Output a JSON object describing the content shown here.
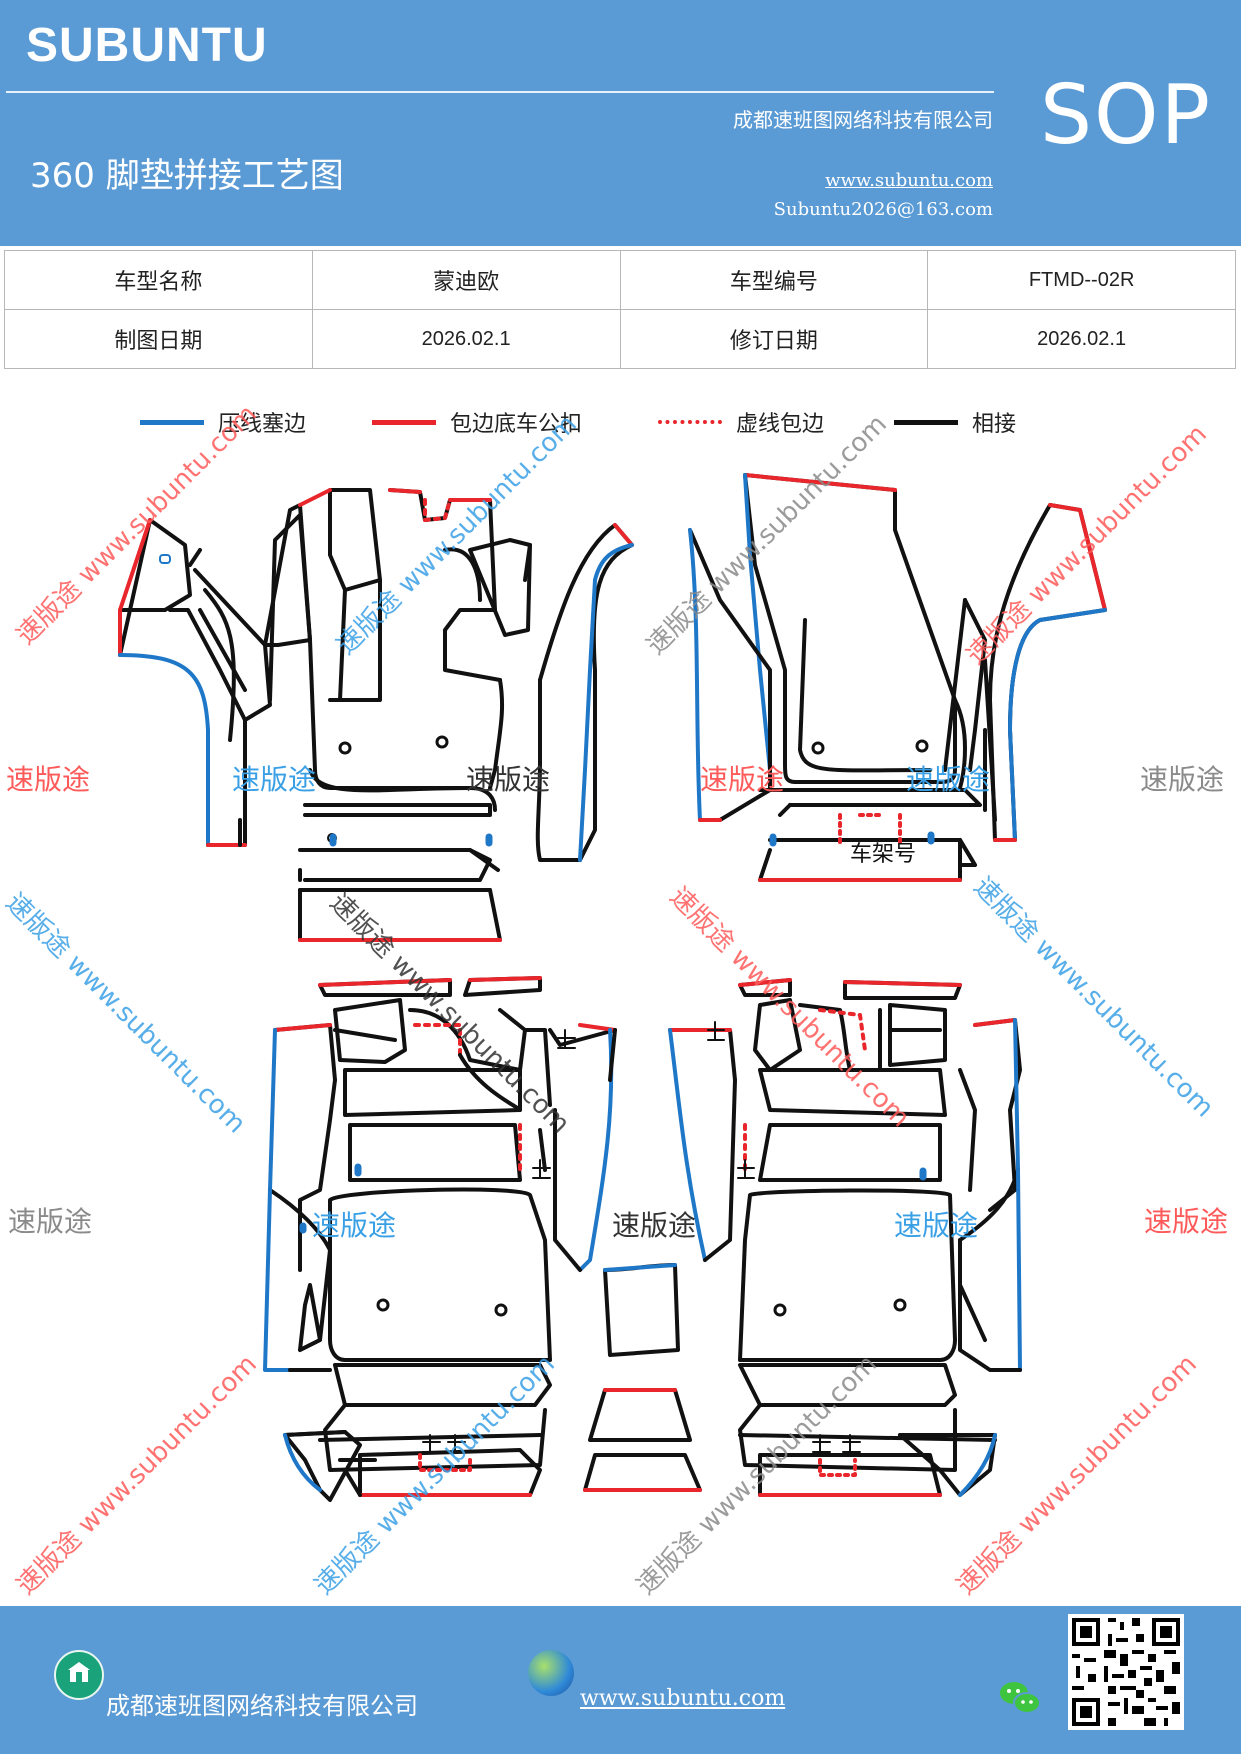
{
  "header": {
    "brand": "SUBUNTU",
    "company": "成都速班图网络科技有限公司",
    "title": "360 脚垫拼接工艺图",
    "website": "www.subuntu.com",
    "email": "Subuntu2026@163.com",
    "badge": "SOP"
  },
  "info_table": {
    "rows": [
      {
        "label1": "车型名称",
        "value1": "蒙迪欧",
        "label2": "车型编号",
        "value2": "FTMD--02R"
      },
      {
        "label1": "制图日期",
        "value1": "2026.02.1",
        "label2": "修订日期",
        "value2": "2026.02.1"
      }
    ]
  },
  "legend": [
    {
      "label": "压线塞边",
      "color": "#1f77c8",
      "style": "solid"
    },
    {
      "label": "包边底车公扣",
      "color": "#e8262b",
      "style": "solid"
    },
    {
      "label": "虚线包边",
      "color": "#e8262b",
      "style": "dotted"
    },
    {
      "label": "相接",
      "color": "#111111",
      "style": "solid"
    }
  ],
  "drawing": {
    "frame_label": "车架号"
  },
  "watermarks": {
    "brand": "速版途",
    "diag": "速版途 www.subuntu.com"
  },
  "footer": {
    "company": "成都速班图网络科技有限公司",
    "website": "www.subuntu.com "
  },
  "icons": [
    "company-icon",
    "globe-icon",
    "wechat-icon",
    "qr-code"
  ],
  "colors": {
    "header_bg": "#5b9bd5",
    "blue_edge": "#1f77c8",
    "red_edge": "#e8262b"
  }
}
